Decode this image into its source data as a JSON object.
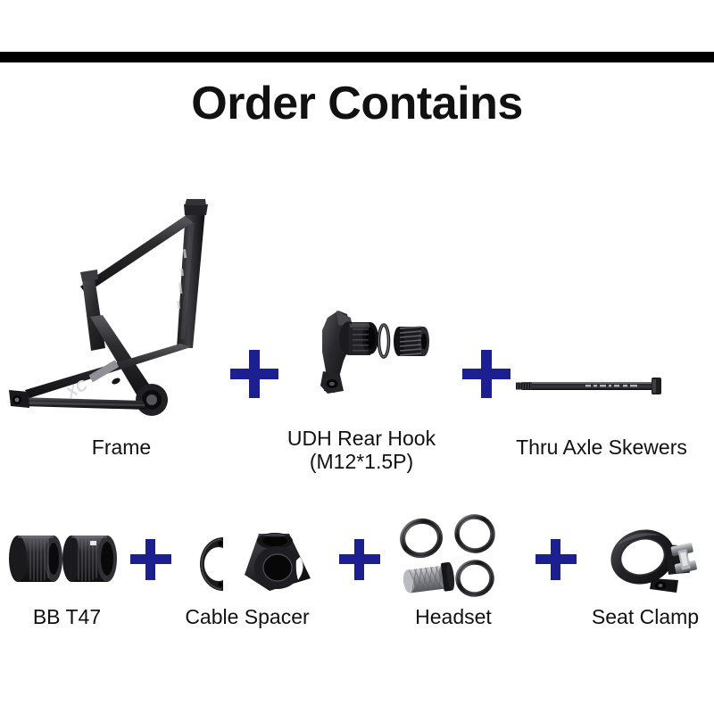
{
  "page": {
    "background_color": "#ffffff",
    "rule_color": "#000000",
    "accent_color": "#1b1f8f",
    "title": "Order Contains"
  },
  "rows": [
    {
      "name": "top-row",
      "items": [
        {
          "id": "frame",
          "label": "Frame",
          "art": "bicycle-frame-image",
          "decal": "XC"
        },
        {
          "id": "udh-rear-hook",
          "label": "UDH Rear Hook\n(M12*1.5P)",
          "label_line1": "UDH Rear Hook",
          "label_line2": "(M12*1.5P)",
          "art": "udh-rear-hook-image"
        },
        {
          "id": "thru-axle-skewers",
          "label": "Thru Axle Skewers",
          "art": "thru-axle-skewer-image"
        }
      ],
      "separators": [
        "plus-sign",
        "plus-sign"
      ]
    },
    {
      "name": "bottom-row",
      "items": [
        {
          "id": "bb-t47",
          "label": "BB T47",
          "art": "bottom-bracket-cups-image"
        },
        {
          "id": "cable-spacer",
          "label": "Cable Spacer",
          "art": "cable-spacer-image"
        },
        {
          "id": "headset",
          "label": "Headset",
          "art": "headset-bearings-image"
        },
        {
          "id": "seat-clamp",
          "label": "Seat Clamp",
          "art": "seat-clamp-image"
        }
      ],
      "separators": [
        "plus-sign",
        "plus-sign",
        "plus-sign"
      ]
    }
  ]
}
